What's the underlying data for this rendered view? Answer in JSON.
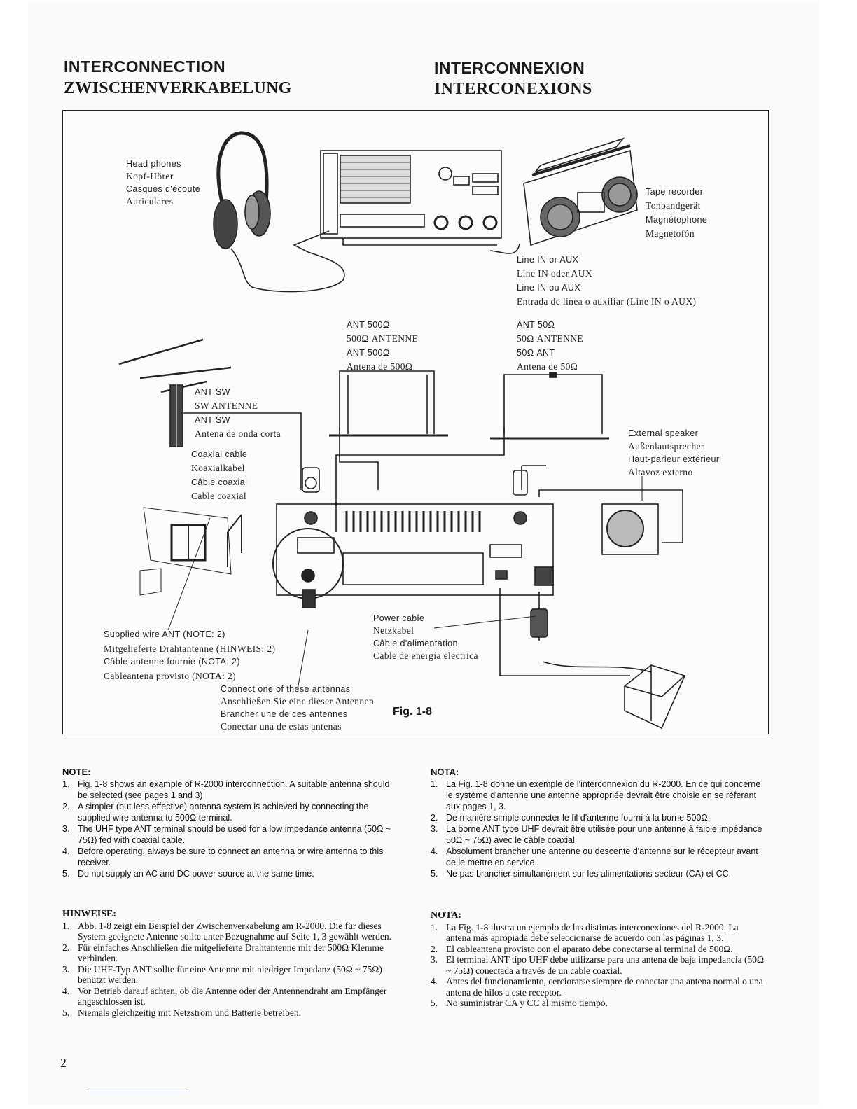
{
  "headings": {
    "left_en": "INTERCONNECTION",
    "left_de": "ZWISCHENVERKABELUNG",
    "right_fr": "INTERCONNEXION",
    "right_es": "INTERCONEXIONS"
  },
  "figure": {
    "number": "Fig. 1-8",
    "headphones": [
      "Head phones",
      "Kopf-Hörer",
      "Casques d'écoute",
      "Auriculares"
    ],
    "tape_recorder": [
      "Tape recorder",
      "Tonbandgerät",
      "Magnétophone",
      "Magnetofón"
    ],
    "line_in": [
      "Line IN or AUX",
      "Line IN oder AUX",
      "Line IN ou AUX",
      "Entrada de linea o auxiliar (Line IN o AUX)"
    ],
    "ant_500": [
      "ANT 500Ω",
      "500Ω ANTENNE",
      "ANT 500Ω",
      "Antena de 500Ω"
    ],
    "ant_50": [
      "ANT 50Ω",
      "50Ω ANTENNE",
      "50Ω ANT",
      "Antena de 50Ω"
    ],
    "ant_sw": [
      "ANT SW",
      "SW ANTENNE",
      "ANT SW",
      "Antena de onda corta"
    ],
    "coaxial": [
      "Coaxial cable",
      "Koaxialkabel",
      "Câble coaxial",
      "Cable coaxial"
    ],
    "external_speaker": [
      "External speaker",
      "Außenlautsprecher",
      "Haut-parleur extérieur",
      "Altavoz externo"
    ],
    "power_cable": [
      "Power cable",
      "Netzkabel",
      "Câble d'alimentation",
      "Cable de energía eléctrica"
    ],
    "supplied_wire": [
      "Supplied wire ANT (NOTE: 2)",
      "Mitgelieferte Drahtantenne (HINWEIS: 2)",
      "Câble antenne fournie (NOTA: 2)",
      "Cableantena provisto (NOTA: 2)"
    ],
    "connect_one": [
      "Connect one of these antennas",
      "Anschließen Sie eine dieser Antennen",
      "Brancher une de ces antennes",
      "Conectar una de estas antenas"
    ]
  },
  "notes_en": {
    "heading": "NOTE:",
    "items": [
      "Fig. 1-8 shows an example of R-2000 interconnection. A suitable antenna should be selected (see pages 1 and 3)",
      "A simpler (but less effective) antenna system is achieved by connecting the supplied wire antenna to 500Ω terminal.",
      "The UHF type ANT terminal should be used for a low impedance antenna (50Ω ~ 75Ω) fed with coaxial cable.",
      "Before operating, always be sure to connect an antenna or wire antenna to this receiver.",
      "Do not supply an AC and DC power source at the same time."
    ]
  },
  "notes_fr": {
    "heading": "NOTA:",
    "items": [
      "La Fig. 1-8 donne un exemple de l'interconnexion du R-2000. En ce qui concerne le système d'antenne une antenne appropriée devrait être choisie en se réferant aux pages 1, 3.",
      "De manière simple connecter le fil d'antenne fourni à la borne 500Ω.",
      "La borne ANT type UHF devrait être utilisée pour une antenne à faible impédance 50Ω ~ 75Ω) avec le câble coaxial.",
      "Absolument brancher une antenne ou descente d'antenne sur le récepteur avant de le mettre en service.",
      "Ne pas brancher simultanément sur les alimentations secteur (CA) et CC."
    ]
  },
  "notes_de": {
    "heading": "HINWEISE:",
    "items": [
      "Abb. 1-8 zeigt ein Beispiel der Zwischenverkabelung am R-2000. Die für dieses System geeignete Antenne sollte unter Bezugnahme auf Seite 1, 3 gewählt werden.",
      "Für einfaches Anschließen die mitgelieferte Drahtantenne mit der 500Ω Klemme verbinden.",
      "Die UHF-Typ ANT sollte für eine Antenne mit niedriger Impedanz (50Ω ~ 75Ω) benützt werden.",
      "Vor Betrieb darauf achten, ob die Antenne oder der Antennendraht am Empfänger angeschlossen ist.",
      "Niemals gleichzeitig mit Netzstrom und Batterie betreiben."
    ]
  },
  "notes_es": {
    "heading": "NOTA:",
    "items": [
      "La Fig. 1-8 ilustra un ejemplo de las distintas interconexiones del R-2000. La antena más apropiada debe seleccionarse de acuerdo con las páginas 1, 3.",
      "El cableantena provisto con el aparato debe conectarse al terminal de 500Ω.",
      "El terminal ANT tipo UHF debe utilizarse para una antena de baja impedancia (50Ω ~ 75Ω) conectada a través de un cable coaxial.",
      "Antes del funcionamiento, cerciorarse siempre de conectar una antena normal o una antena de hilos a este receptor.",
      "No suministrar CA y CC al mismo tiempo."
    ]
  },
  "page_number": "2"
}
